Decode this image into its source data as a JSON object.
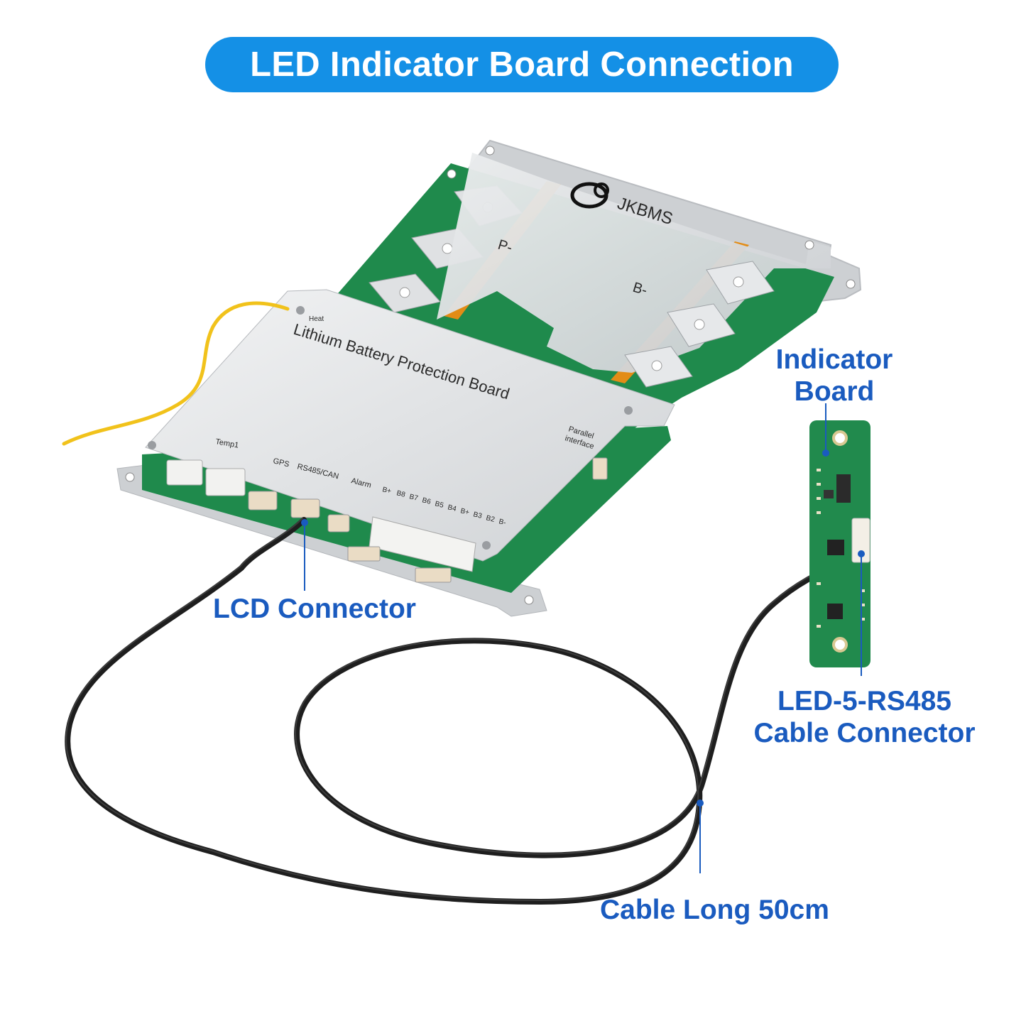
{
  "title": "LED Indicator Board Connection",
  "board": {
    "brand": "JKBMS",
    "name": "Lithium Battery Protection Board",
    "heat_label": "Heat",
    "p_minus": "P-",
    "b_minus": "B-",
    "temp_label": "Temp1",
    "parallel_label_1": "Parallel",
    "parallel_label_2": "interface",
    "port_labels": [
      "GPS",
      "RS485/CAN",
      "Alarm",
      "B+",
      "B8",
      "B7",
      "B6",
      "B5",
      "B4",
      "B+",
      "B3",
      "B2",
      "B-"
    ]
  },
  "callouts": {
    "indicator_board_1": "Indicator",
    "indicator_board_2": "Board",
    "lcd_connector": "LCD Connector",
    "led_cable_1": "LED-5-RS485",
    "led_cable_2": "Cable Connector",
    "cable_length": "Cable Long 50cm"
  },
  "colors": {
    "title_bg": "#1490e6",
    "callout_text": "#1a5bbf",
    "pcb_green": "#1f8a4c",
    "aluminum": "#d8dadc",
    "cable": "#1e1e1e",
    "wire_yellow": "#f1c21b"
  }
}
